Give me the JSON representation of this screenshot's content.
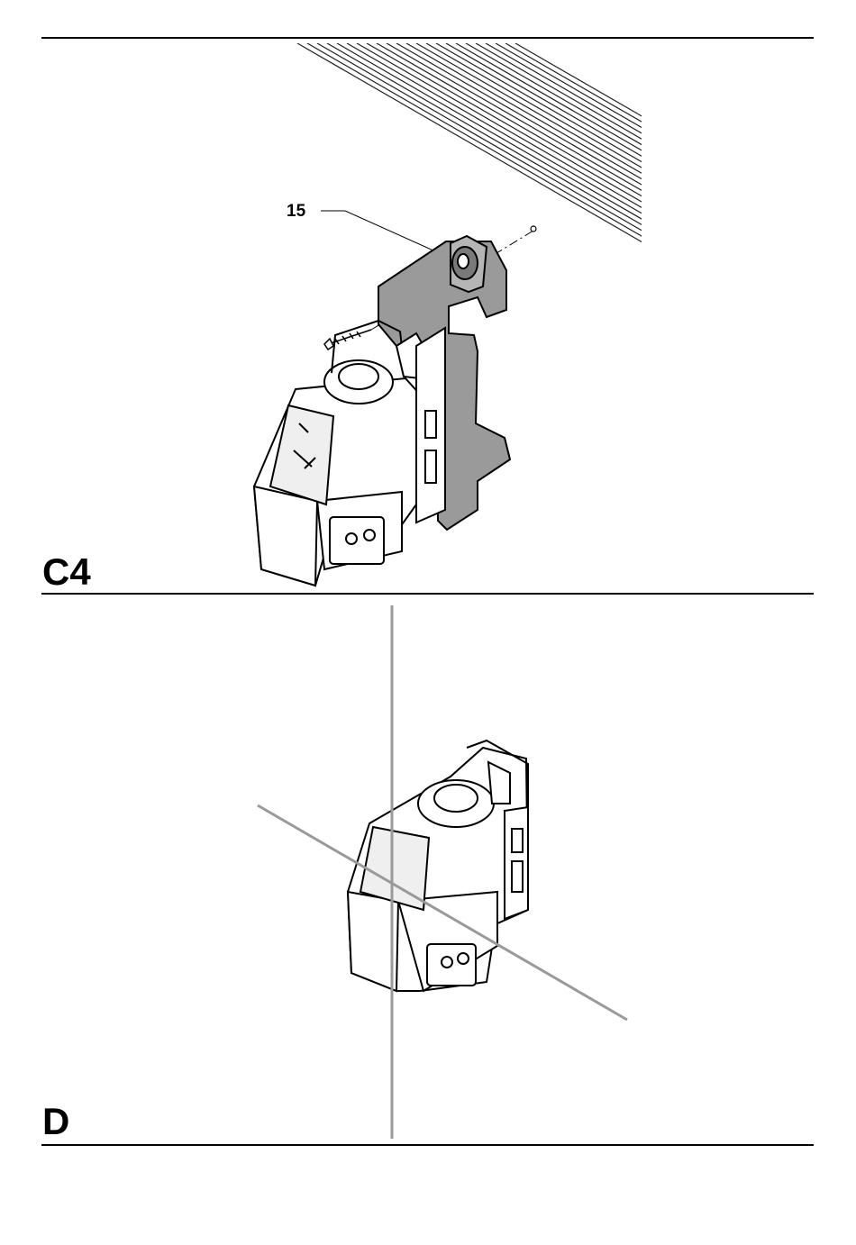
{
  "figures": [
    {
      "id": "C4",
      "label": "C4",
      "callouts": [
        "15"
      ]
    },
    {
      "id": "D",
      "label": "D"
    }
  ]
}
